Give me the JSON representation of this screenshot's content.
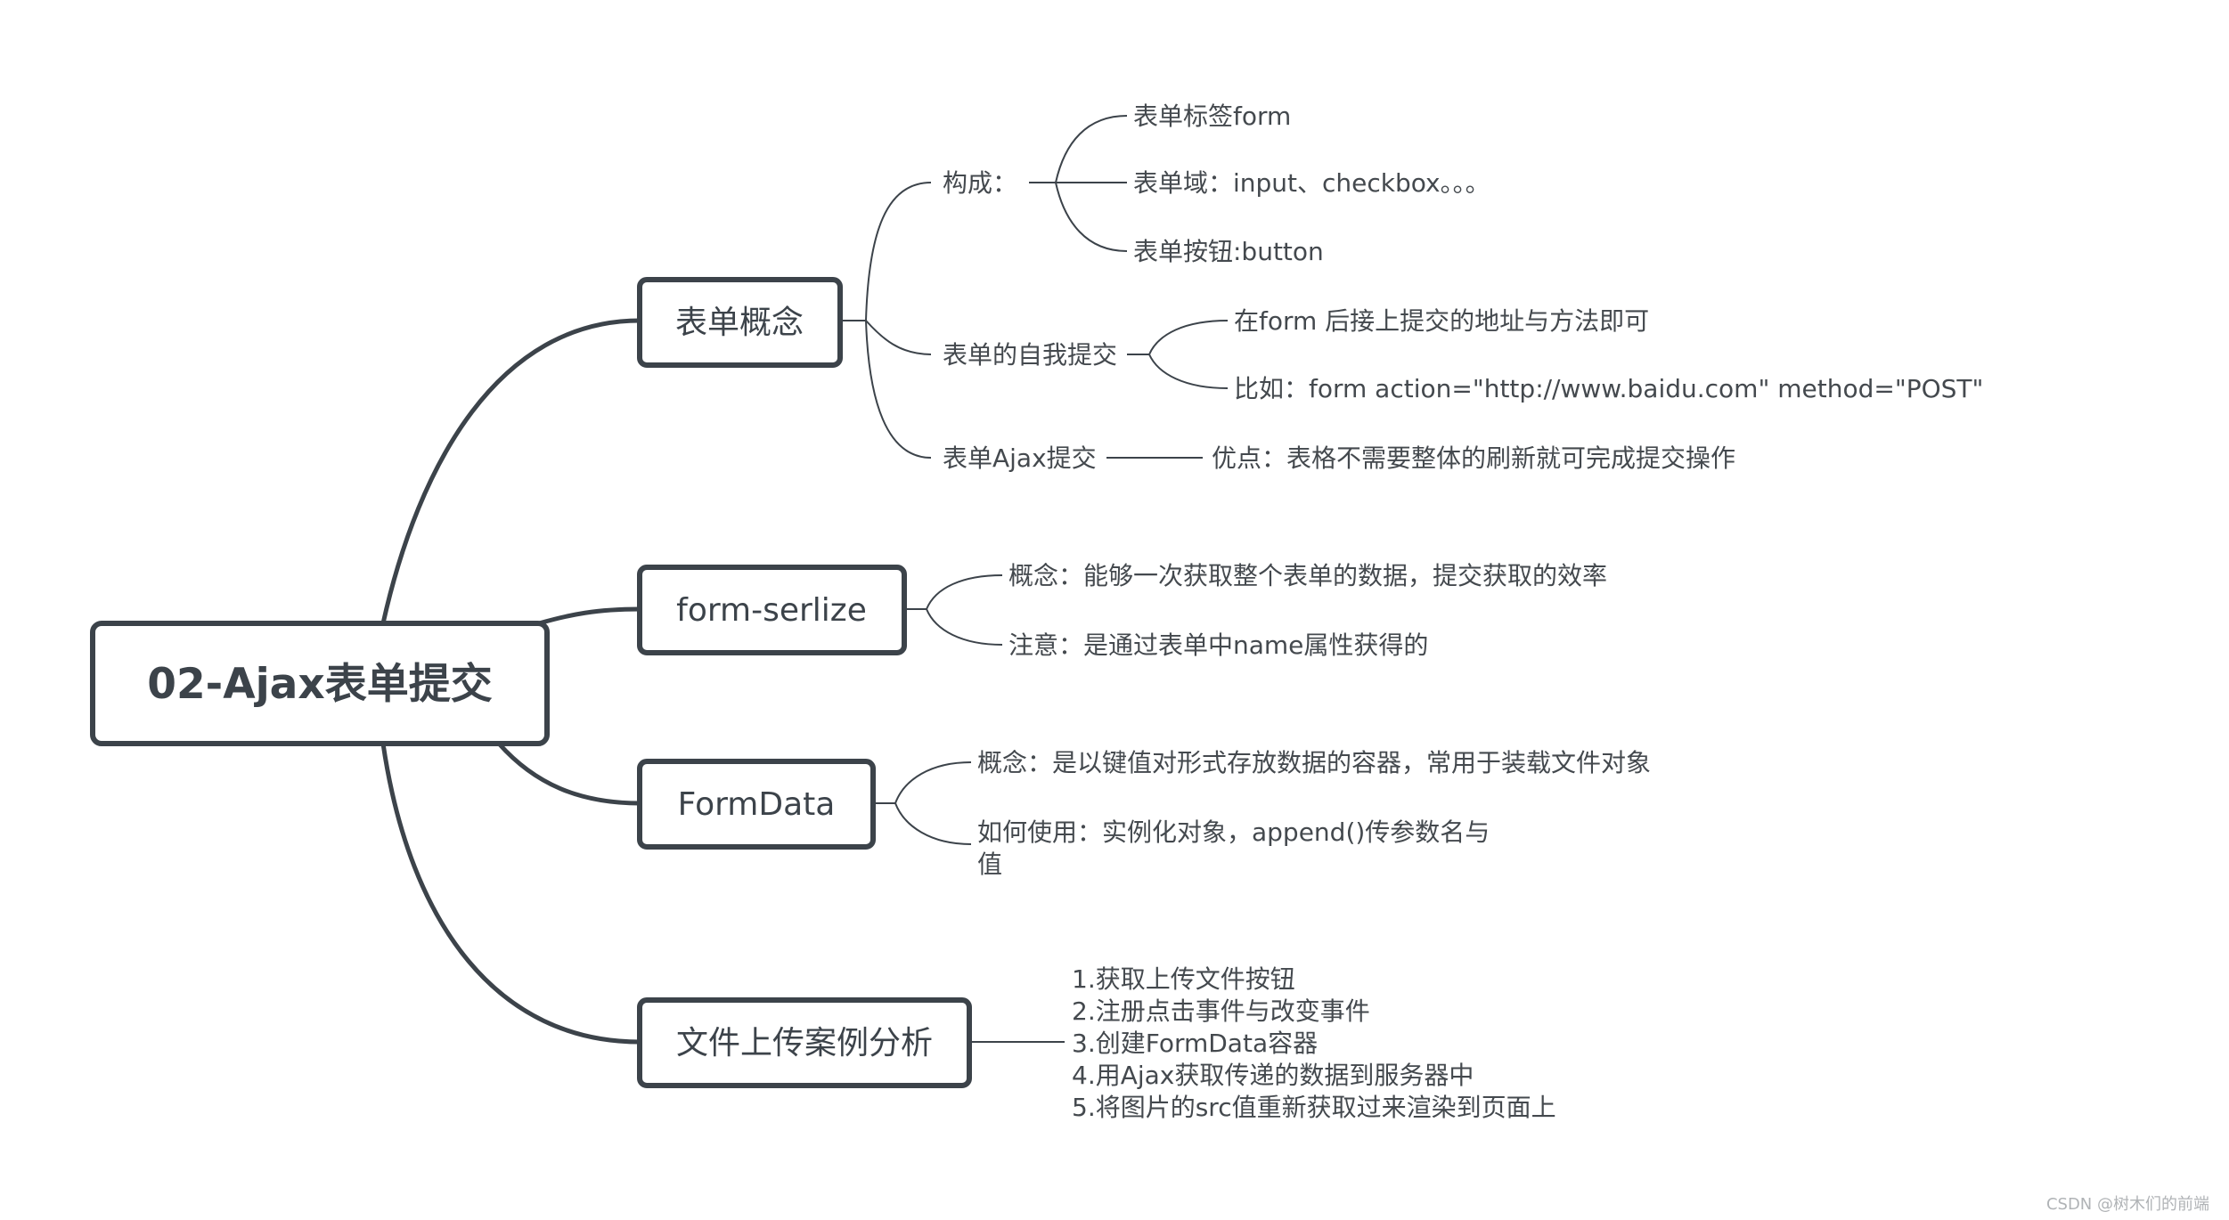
{
  "root": {
    "label": "02-Ajax表单提交"
  },
  "topics": [
    {
      "id": "form-concept",
      "label": "表单概念",
      "children": [
        {
          "label": "构成：",
          "children": [
            "表单标签form",
            "表单域：input、checkbox。。。",
            "表单按钮:button"
          ]
        },
        {
          "label": "表单的自我提交",
          "children": [
            "在form 后接上提交的地址与方法即可",
            "比如：form action=\"http://www.baidu.com\" method=\"POST\""
          ]
        },
        {
          "label": "表单Ajax提交",
          "children": [
            "优点：表格不需要整体的刷新就可完成提交操作"
          ]
        }
      ]
    },
    {
      "id": "form-serialize",
      "label": "form-serlize",
      "children": [
        "概念：能够一次获取整个表单的数据，提交获取的效率",
        "注意：是通过表单中name属性获得的"
      ]
    },
    {
      "id": "formdata",
      "label": "FormData",
      "children": [
        "概念：是以键值对形式存放数据的容器，常用于装载文件对象",
        [
          "如何使用：实例化对象，append()传参数名与",
          "值"
        ]
      ]
    },
    {
      "id": "upload-case",
      "label": "文件上传案例分析",
      "lines": [
        "1.获取上传文件按钮",
        "2.注册点击事件与改变事件",
        "3.创建FormData容器",
        "4.用Ajax获取传递的数据到服务器中",
        "5.将图片的src值重新获取过来渲染到页面上"
      ]
    }
  ],
  "watermark": "CSDN @树木们的前端"
}
